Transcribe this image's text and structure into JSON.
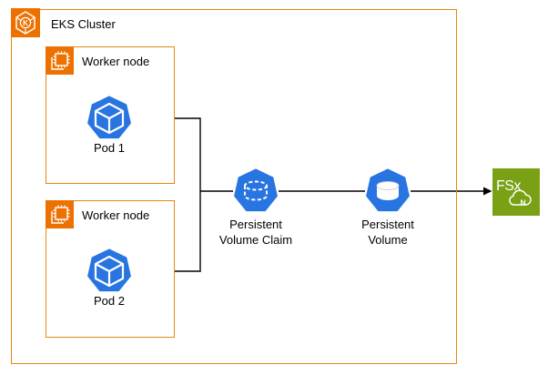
{
  "cluster": {
    "label": "EKS Cluster",
    "icon": "amazon-eks-icon",
    "icon_letter": "K"
  },
  "worker_nodes": [
    {
      "label": "Worker node",
      "icon": "ec2-instance-icon",
      "pod": {
        "label": "Pod 1",
        "icon": "kubernetes-pod-icon"
      }
    },
    {
      "label": "Worker node",
      "icon": "ec2-instance-icon",
      "pod": {
        "label": "Pod 2",
        "icon": "kubernetes-pod-icon"
      }
    }
  ],
  "persistent_volume_claim": {
    "label_line1": "Persistent",
    "label_line2": "Volume Claim",
    "icon": "k8s-persistent-volume-claim-icon"
  },
  "persistent_volume": {
    "label_line1": "Persistent",
    "label_line2": "Volume",
    "icon": "k8s-persistent-volume-icon"
  },
  "fsx": {
    "icon": "amazon-fsx-for-netapp-ontap-icon",
    "icon_text": "FSx",
    "cloud_letter": "N"
  },
  "colors": {
    "aws_orange": "#ED7100",
    "box_border_orange": "#E8870F",
    "kubernetes_blue": "#2875E2",
    "fsx_green": "#7AA116",
    "connector": "#000000",
    "background": "#FFFFFF",
    "text": "#000000"
  }
}
